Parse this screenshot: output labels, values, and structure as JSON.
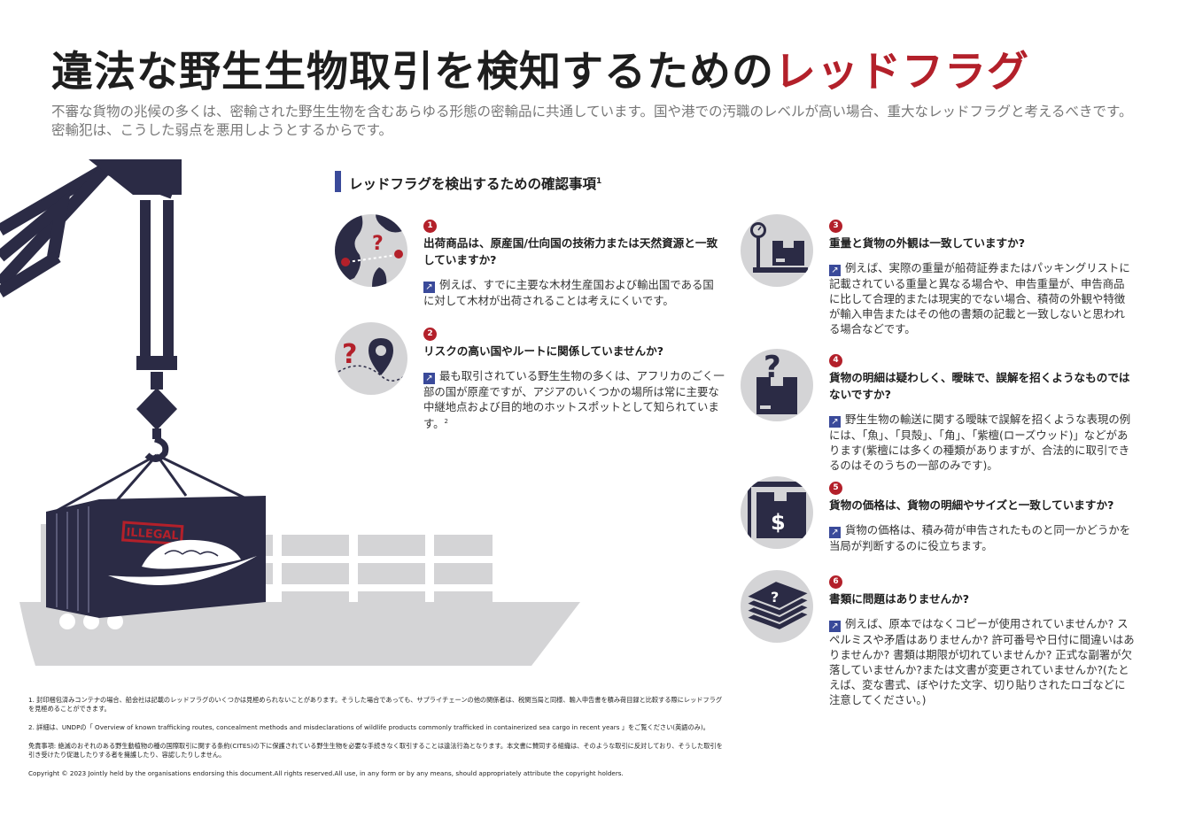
{
  "header": {
    "title_main": "違法な野生生物取引を検知するための",
    "title_accent": "レッドフラグ",
    "lead": "不審な貨物の兆候の多くは、密輸された野生生物を含むあらゆる形態の密輸品に共通しています。国や港での汚職のレベルが高い場合、重大なレッドフラグと考えるべきです。密輸犯は、こうした弱点を悪用しようとするからです。"
  },
  "section": {
    "heading": "レッドフラグを検出するための確認事項",
    "heading_note": "1"
  },
  "illustration": {
    "container_label": "ILLEGAL",
    "colors": {
      "navy": "#2b2b45",
      "ship_gray": "#d4d4d6",
      "red": "#b3202a"
    }
  },
  "items": [
    {
      "number": "1",
      "icon": "map-route-icon",
      "question": "出荷商品は、原産国/仕向国の技術力または天然資源と一致していますか?",
      "answer": "例えば、すでに主要な木材生産国および輸出国である国に対して木材が出荷されることは考えにくいです。"
    },
    {
      "number": "2",
      "icon": "question-location-pin-icon",
      "question": "リスクの高い国やルートに関係していませんか?",
      "answer": "最も取引されている野生生物の多くは、アフリカのごく一部の国が原産ですが、アジアのいくつかの場所は常に主要な中継地点および目的地のホットスポットとして知られています。",
      "answer_note": "2"
    },
    {
      "number": "3",
      "icon": "scale-box-icon",
      "question": "重量と貨物の外観は一致していますか?",
      "answer": "例えば、実際の重量が船荷証券またはパッキングリストに記載されている重量と異なる場合や、申告重量が、申告商品に比して合理的または現実的でない場合、積荷の外観や特徴が輸入申告またはその他の書類の記載と一致しないと思われる場合などです。"
    },
    {
      "number": "4",
      "icon": "question-box-icon",
      "question": "貨物の明細は疑わしく、曖昧で、誤解を招くようなものではないですか?",
      "answer": "野生生物の輸送に関する曖昧で誤解を招くような表現の例には、「魚」、「貝殻」、「角」、「紫檀(ローズウッド)」などがあります(紫檀には多くの種類がありますが、合法的に取引できるのはそのうちの一部のみです)。"
    },
    {
      "number": "5",
      "icon": "dollar-box-icon",
      "question": "貨物の価格は、貨物の明細やサイズと一致していますか?",
      "answer": "貨物の価格は、積み荷が申告されたものと同一かどうかを当局が判断するのに役立ちます。"
    },
    {
      "number": "6",
      "icon": "document-stack-icon",
      "question": "書類に問題はありませんか?",
      "answer": "例えば、原本ではなくコピーが使用されていませんか? スペルミスや矛盾はありませんか? 許可番号や日付に間違いはありませんか? 書類は期限が切れていませんか? 正式な副署が欠落していませんか?または文書が変更されていませんか?(たとえば、変な書式、ぼやけた文字、切り貼りされたロゴなどに注意してください。)"
    }
  ],
  "footnotes": {
    "note1": "1. 封印梱包済みコンテナの場合、船会社は記載のレッドフラグのいくつかは見極められないことがあります。そうした場合であっても、サプライチェーンの他の関係者は、税関当局と同様、輸入申告書を積み荷目録と比較する際にレッドフラグを見極めることができます。",
    "note2": "2. 詳細は、UNDPの「 Overview of known trafficking routes, concealment methods and misdeclarations of wildlife products commonly trafficked in containerized sea cargo in recent years 」をご覧ください(英語のみ)。",
    "disclaimer": "免責事項: 絶滅のおそれのある野生動植物の種の国際取引に関する条約(CITES)の下に保護されている野生生物を必要な手続きなく取引することは違法行為となります。本文書に賛同する組織は、そのような取引に反対しており、そうした取引を引き受けたり促進したりする者を擁護したり、容認したりしません。",
    "copyright": "Copyright © 2023 Jointly held by the organisations endorsing this document.All rights reserved.All use, in any form or by any means, should appropriately attribute the copyright holders."
  }
}
